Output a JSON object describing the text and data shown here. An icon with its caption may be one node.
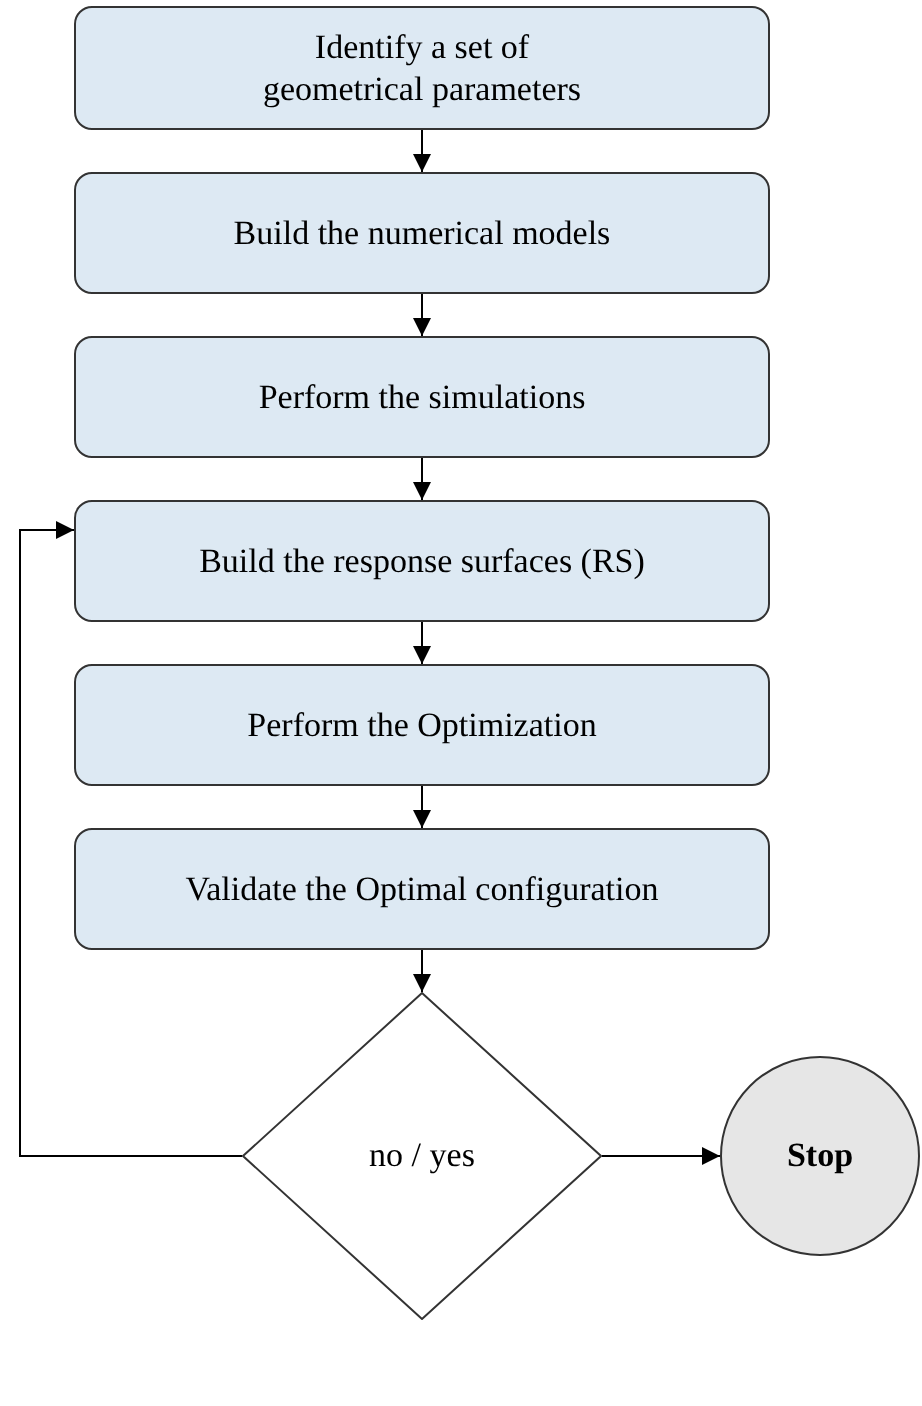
{
  "diagram": {
    "nodes": [
      {
        "text": [
          "Identify a set of geometrical parameters"
        ]
      },
      {
        "text": [
          "Build the numerical models"
        ]
      },
      {
        "text": [
          "Perform the simulations"
        ]
      },
      {
        "text": [
          "Build the response surfaces (RS)"
        ]
      },
      {
        "text": [
          "Perform the Optimization"
        ]
      },
      {
        "text": [
          "Validate the Optimal configuration"
        ]
      },
      {
        "text": [
          "no / yes"
        ]
      },
      {
        "text": [
          "Stop"
        ]
      }
    ],
    "edges": [
      {
        "from": 0,
        "to": 1,
        "arrow": "to"
      },
      {
        "from": 1,
        "to": 2,
        "arrow": "to"
      },
      {
        "from": 2,
        "to": 3,
        "arrow": "to"
      },
      {
        "from": 3,
        "to": 4,
        "arrow": "to"
      },
      {
        "from": 4,
        "to": 5,
        "arrow": "to"
      },
      {
        "from": 5,
        "to": 6,
        "arrow": "to"
      },
      {
        "from": 6,
        "to": 7,
        "arrow": "to"
      },
      {
        "from": 6,
        "to": 3,
        "arrow": "to"
      }
    ]
  }
}
